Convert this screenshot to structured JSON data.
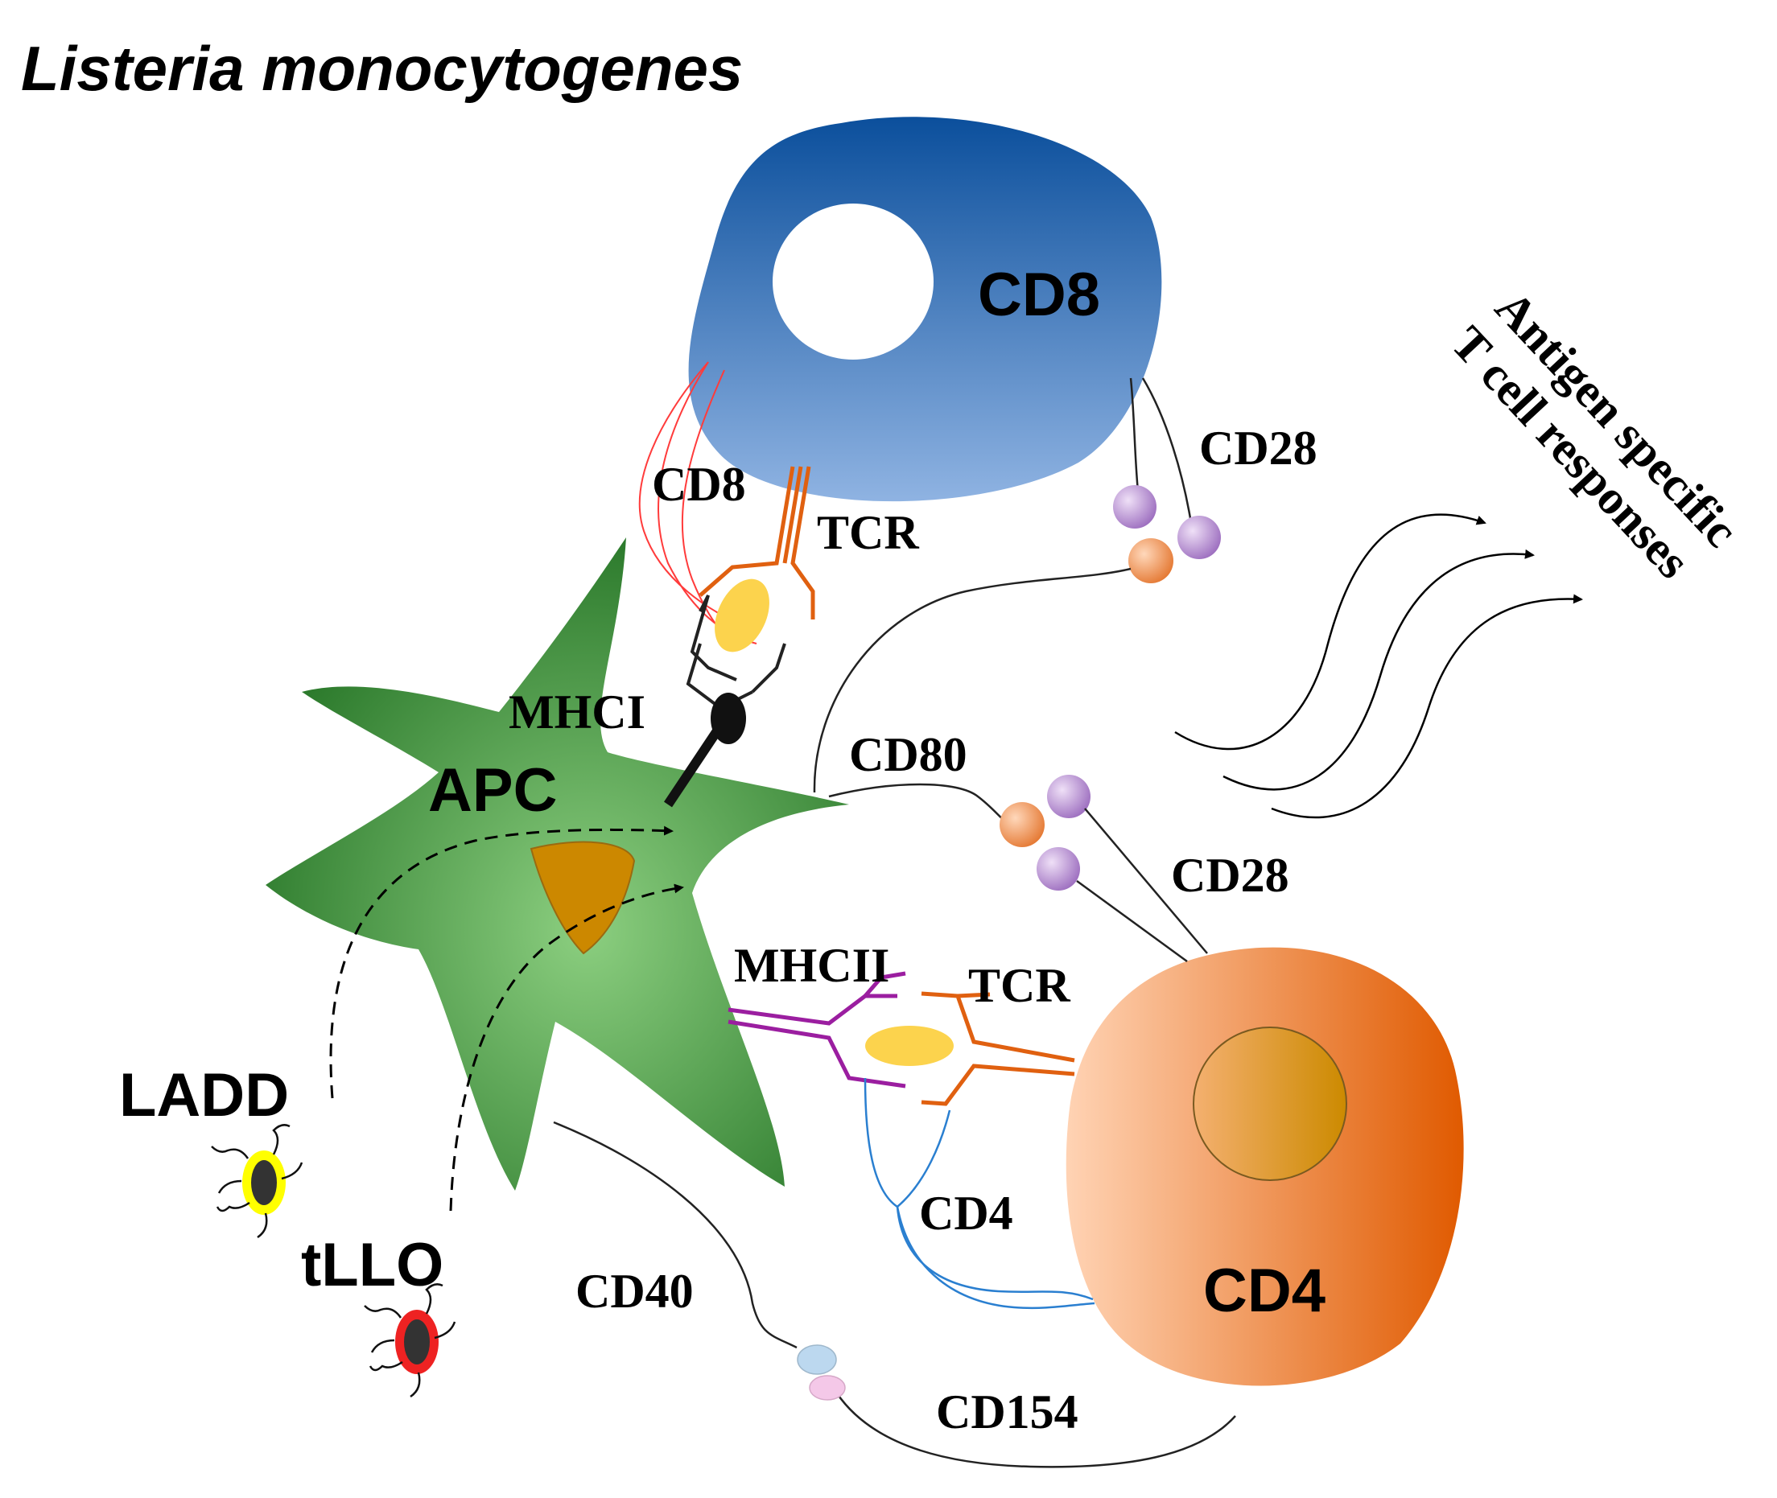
{
  "diagram": {
    "title": "Listeria monocytogenes",
    "cells": {
      "cd8_cell": "CD8",
      "apc_cell": "APC",
      "cd4_cell": "CD4"
    },
    "molecules": {
      "cd8_coreceptor": "CD8",
      "tcr_cd8": "TCR",
      "mhc1": "MHCI",
      "cd28_cd8": "CD28",
      "cd80": "CD80",
      "cd28_cd4": "CD28",
      "mhc2": "MHCII",
      "tcr_cd4": "TCR",
      "cd4_coreceptor": "CD4",
      "cd40": "CD40",
      "cd154": "CD154"
    },
    "vectors": {
      "ladd": "LADD",
      "tllo": "tLLO"
    },
    "outcome": {
      "line1": "Antigen specific",
      "line2": "T cell responses"
    },
    "colors": {
      "cd8_cell": "#2f62a8",
      "apc_cell": "#3f9a3a",
      "apc_nucleus": "#cc8800",
      "cd4_cell": "#f39a5e",
      "cd4_nucleus": "#e0a030",
      "tcr": "#e06010",
      "mhc2": "#9b1ea0",
      "cd8_coreceptor": "#ff3b3b",
      "cd4_coreceptor": "#2a7fd0",
      "peptide": "#fcd34d",
      "cd28_balls": "#c9a0dc",
      "cd80_balls": "#f29a60",
      "ladd_ring": "#ffff00",
      "tllo_ring": "#ee2222"
    }
  }
}
